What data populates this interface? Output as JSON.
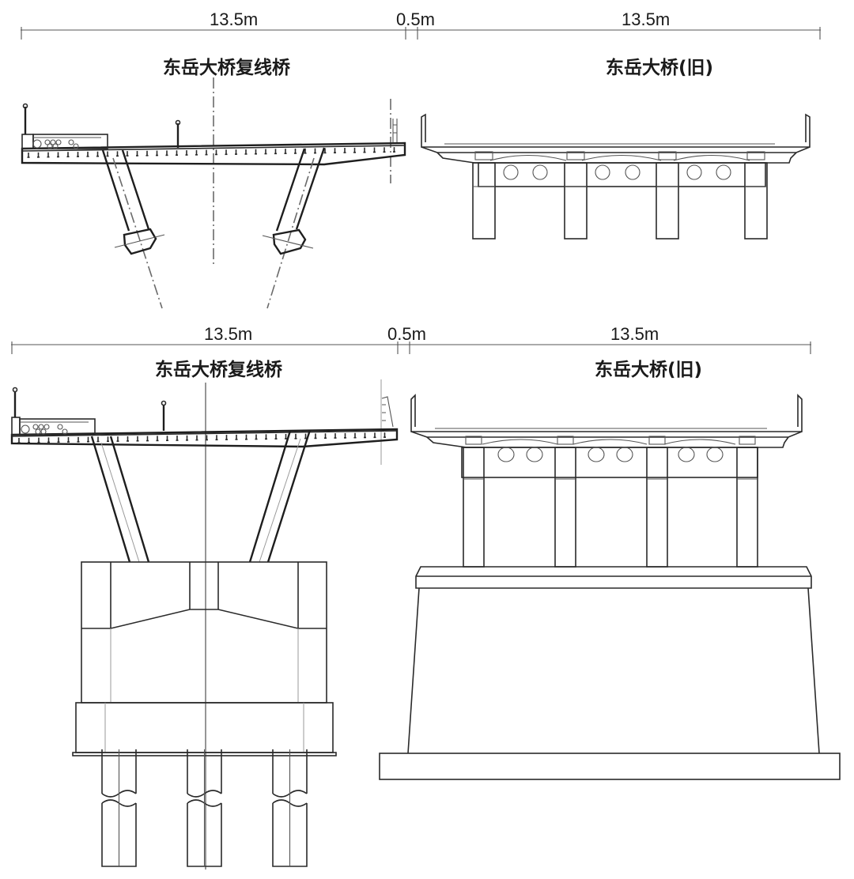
{
  "figure": {
    "description": "Cross-section comparison of Dongyue Bridge duplicate line bridge (new) and Dongyue Bridge (old)",
    "panels": [
      {
        "id": "top",
        "dimensions": {
          "left_width": "13.5m",
          "gap": "0.5m",
          "right_width": "13.5m"
        },
        "left_title": "东岳大桥复线桥",
        "right_title": "东岳大桥(旧)"
      },
      {
        "id": "bottom",
        "dimensions": {
          "left_width": "13.5m",
          "gap": "0.5m",
          "right_width": "13.5m"
        },
        "left_title": "东岳大桥复线桥",
        "right_title": "东岳大桥(旧)"
      }
    ],
    "new_bridge": {
      "structure": "single box girder deck with inclined V-struts",
      "pile_count": 3
    },
    "old_bridge": {
      "structure": "multi-girder deck on cap beam with four columns",
      "column_count": 4,
      "cap_beam_openings": 6
    },
    "colors": {
      "line": "#2a2a2a",
      "axis": "#6a6a6a",
      "background": "#ffffff"
    }
  }
}
